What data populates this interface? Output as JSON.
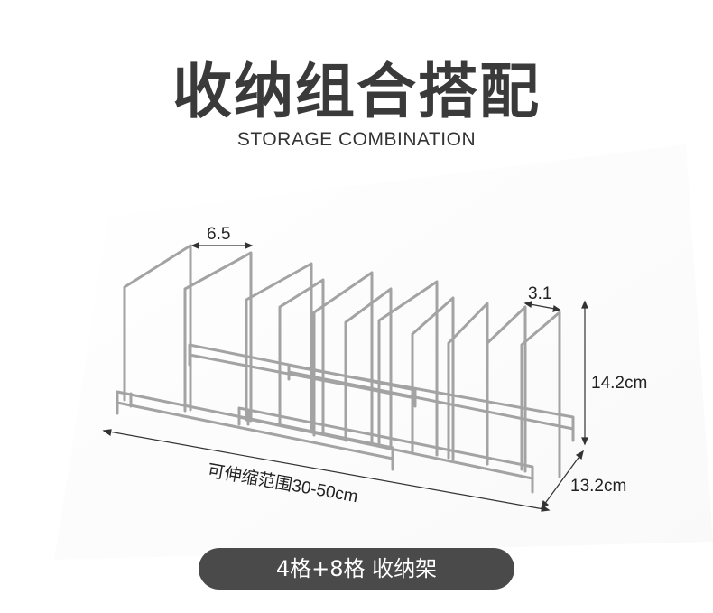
{
  "heading": {
    "title": "收纳组合搭配",
    "subtitle": "STORAGE COMBINATION"
  },
  "dimensions": {
    "width_label": "6.5",
    "gap_label": "3.1",
    "height_label": "14.2cm",
    "depth_label": "13.2cm",
    "length_label": "可伸缩范围30-50cm"
  },
  "product": {
    "label": "4格+8格 收纳架"
  },
  "colors": {
    "pill_background": "#4a4a4a",
    "rack_steel": "#9a9a9a",
    "dimension_line": "#333333"
  }
}
